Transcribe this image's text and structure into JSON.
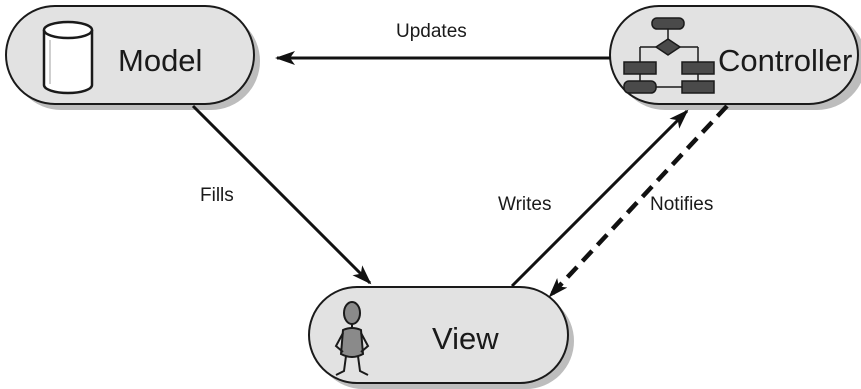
{
  "nodes": {
    "model": {
      "label": "Model",
      "icon": "database-cylinder-icon"
    },
    "controller": {
      "label": "Controller",
      "icon": "flowchart-icon"
    },
    "view": {
      "label": "View",
      "icon": "stick-figure-person-icon"
    }
  },
  "edges": {
    "updates": {
      "label": "Updates",
      "from": "Controller",
      "to": "Model",
      "style": "solid"
    },
    "fills": {
      "label": "Fills",
      "from": "Model",
      "to": "View",
      "style": "solid"
    },
    "writes": {
      "label": "Writes",
      "from": "View",
      "to": "Controller",
      "style": "solid"
    },
    "notifies": {
      "label": "Notifies",
      "from": "Controller",
      "to": "View",
      "style": "dashed"
    }
  },
  "colors": {
    "node_fill": "#e2e2e2",
    "node_stroke": "#1a1a1a",
    "shadow": "#bdbdbd",
    "edge": "#111111",
    "icon_dark": "#4a4a4a",
    "icon_figure": "#8a8a8a"
  }
}
